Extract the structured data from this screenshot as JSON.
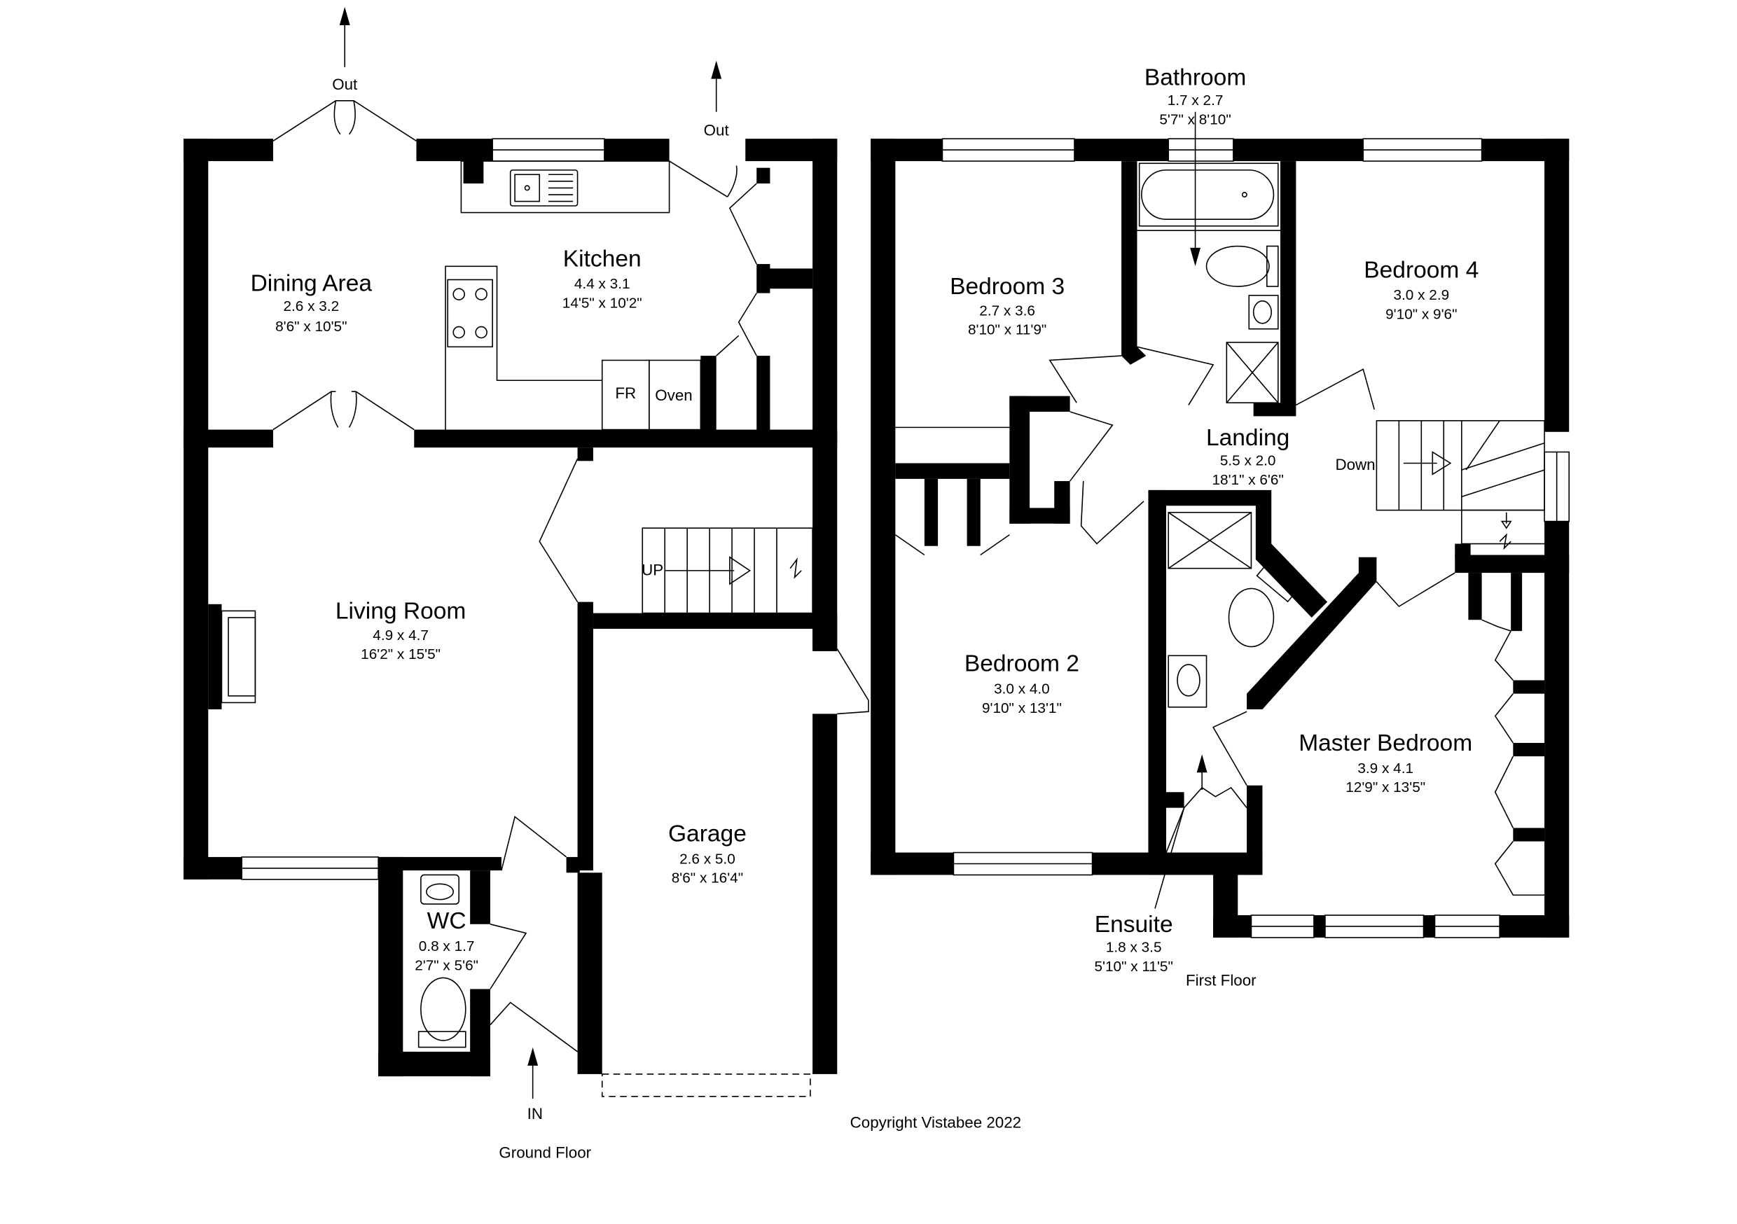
{
  "ground_floor": {
    "title": "Ground Floor",
    "rooms": {
      "dining": {
        "name": "Dining Area",
        "metric": "2.6 x 3.2",
        "imperial": "8'6\" x 10'5\""
      },
      "kitchen": {
        "name": "Kitchen",
        "metric": "4.4 x 3.1",
        "imperial": "14'5\" x 10'2\""
      },
      "living": {
        "name": "Living Room",
        "metric": "4.9 x 4.7",
        "imperial": "16'2\" x 15'5\""
      },
      "garage": {
        "name": "Garage",
        "metric": "2.6 x 5.0",
        "imperial": "8'6\" x 16'4\""
      },
      "wc": {
        "name": "WC",
        "metric": "0.8 x 1.7",
        "imperial": "2'7\" x 5'6\""
      }
    },
    "labels": {
      "out1": "Out",
      "out2": "Out",
      "fr": "FR",
      "oven": "Oven",
      "up": "UP",
      "in": "IN"
    }
  },
  "first_floor": {
    "title": "First Floor",
    "rooms": {
      "bathroom": {
        "name": "Bathroom",
        "metric": "1.7 x 2.7",
        "imperial": "5'7\" x 8'10\""
      },
      "bedroom3": {
        "name": "Bedroom 3",
        "metric": "2.7 x 3.6",
        "imperial": "8'10\" x 11'9\""
      },
      "bedroom4": {
        "name": "Bedroom 4",
        "metric": "3.0 x 2.9",
        "imperial": "9'10\" x 9'6\""
      },
      "landing": {
        "name": "Landing",
        "metric": "5.5 x 2.0",
        "imperial": "18'1\" x 6'6\""
      },
      "bedroom2": {
        "name": "Bedroom 2",
        "metric": "3.0 x 4.0",
        "imperial": "9'10\" x 13'1\""
      },
      "master": {
        "name": "Master Bedroom",
        "metric": "3.9 x 4.1",
        "imperial": "12'9\" x 13'5\""
      },
      "ensuite": {
        "name": "Ensuite",
        "metric": "1.8 x 3.5",
        "imperial": "5'10\" x 11'5\""
      }
    },
    "labels": {
      "down": "Down"
    }
  },
  "copyright": "Copyright Vistabee 2022"
}
